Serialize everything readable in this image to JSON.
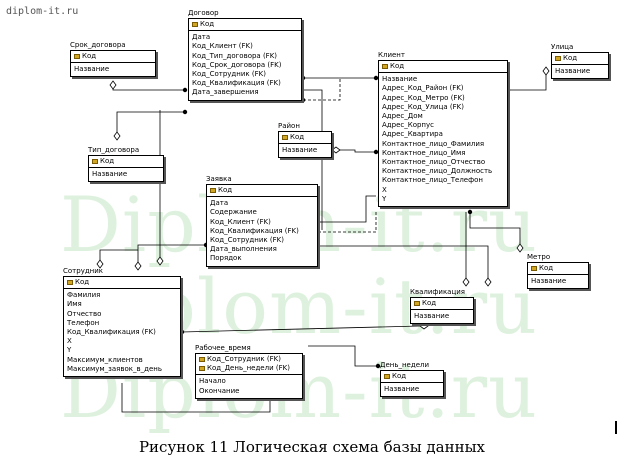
{
  "site_label": "diplom-it.ru",
  "watermark": "Diplom-it.ru",
  "caption": "Рисунок 11 Логическая схема базы данных",
  "entities": {
    "dogovor": {
      "title": "Договор",
      "keys": [
        "Код"
      ],
      "attrs": [
        "Дата",
        "Код_Клиент (FK)",
        "Код_Тип_договора (FK)",
        "Код_Срок_договора (FK)",
        "Код_Сотрудник (FK)",
        "Код_Квалификация (FK)",
        "Дата_завершения"
      ]
    },
    "srok": {
      "title": "Срок_договора",
      "keys": [
        "Код"
      ],
      "attrs": [
        "Название"
      ]
    },
    "tip": {
      "title": "Тип_договора",
      "keys": [
        "Код"
      ],
      "attrs": [
        "Название"
      ]
    },
    "klient": {
      "title": "Клиент",
      "keys": [
        "Код"
      ],
      "attrs": [
        "Название",
        "Адрес_Код_Район (FK)",
        "Адрес_Код_Метро (FK)",
        "Адрес_Код_Улица (FK)",
        "Адрес_Дом",
        "Адрес_Корпус",
        "Адрес_Квартира",
        "Контактное_лицо_Фамилия",
        "Контактное_лицо_Имя",
        "Контактное_лицо_Отчество",
        "Контактное_лицо_Должность",
        "Контактное_лицо_Телефон",
        "X",
        "Y"
      ]
    },
    "ulica": {
      "title": "Улица",
      "keys": [
        "Код"
      ],
      "attrs": [
        "Название"
      ]
    },
    "raion": {
      "title": "Район",
      "keys": [
        "Код"
      ],
      "attrs": [
        "Название"
      ]
    },
    "zayavka": {
      "title": "Заявка",
      "keys": [
        "Код"
      ],
      "attrs": [
        "Дата",
        "Содержание",
        "Код_Клиент (FK)",
        "Код_Квалификация (FK)",
        "Код_Сотрудник (FK)",
        "Дата_выполнения",
        "Порядок"
      ]
    },
    "metro": {
      "title": "Метро",
      "keys": [
        "Код"
      ],
      "attrs": [
        "Название"
      ]
    },
    "sotrudnik": {
      "title": "Сотрудник",
      "keys": [
        "Код"
      ],
      "attrs": [
        "Фамилия",
        "Имя",
        "Отчество",
        "Телефон",
        "Код_Квалификация (FK)",
        "X",
        "Y",
        "Максимум_клиентов",
        "Максимум_заявок_в_день"
      ]
    },
    "kvalifikaciya": {
      "title": "Квалификация",
      "keys": [
        "Код"
      ],
      "attrs": [
        "Название"
      ]
    },
    "rabochee": {
      "title": "Рабочее_время",
      "keys": [
        "Код_Сотрудник (FK)",
        "Код_День_недели (FK)"
      ],
      "attrs": [
        "Начало",
        "Окончание"
      ]
    },
    "den": {
      "title": "День_недели",
      "keys": [
        "Код"
      ],
      "attrs": [
        "Название"
      ]
    }
  }
}
